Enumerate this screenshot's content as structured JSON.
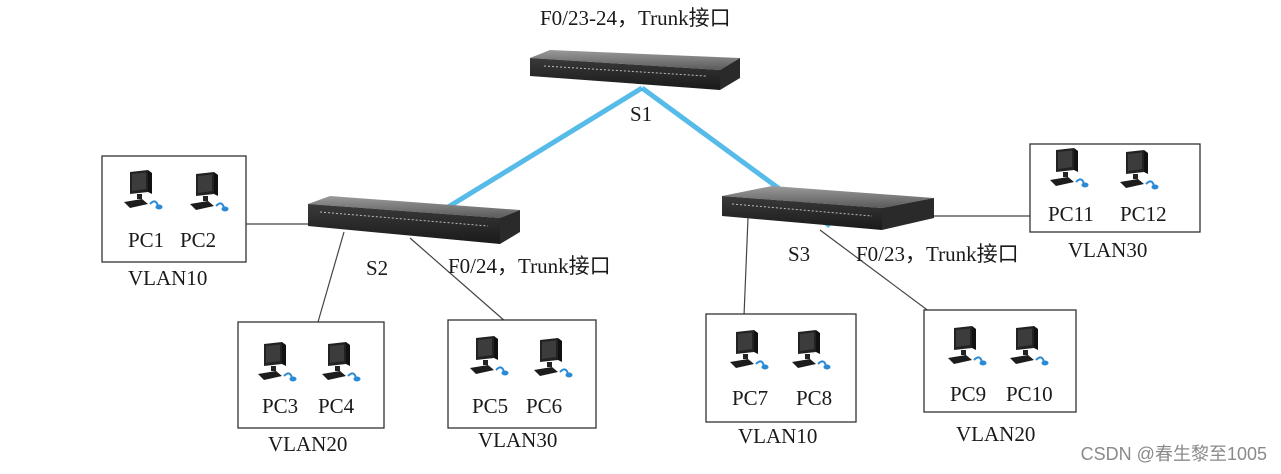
{
  "switches": {
    "s1": {
      "label": "S1",
      "port_note": "F0/23-24，Trunk接口"
    },
    "s2": {
      "label": "S2",
      "port_note": "F0/24，Trunk接口"
    },
    "s3": {
      "label": "S3",
      "port_note": "F0/23，Trunk接口"
    }
  },
  "groups": [
    {
      "pcs": [
        "PC1",
        "PC2"
      ],
      "vlan": "VLAN10"
    },
    {
      "pcs": [
        "PC3",
        "PC4"
      ],
      "vlan": "VLAN20"
    },
    {
      "pcs": [
        "PC5",
        "PC6"
      ],
      "vlan": "VLAN30"
    },
    {
      "pcs": [
        "PC7",
        "PC8"
      ],
      "vlan": "VLAN10"
    },
    {
      "pcs": [
        "PC9",
        "PC10"
      ],
      "vlan": "VLAN20"
    },
    {
      "pcs": [
        "PC11",
        "PC12"
      ],
      "vlan": "VLAN30"
    }
  ],
  "colors": {
    "trunk_link": "#3ab0e6",
    "access_link": "#333333",
    "switch_body": "#4a4a4a"
  },
  "watermark": "CSDN @春生黎至1005"
}
